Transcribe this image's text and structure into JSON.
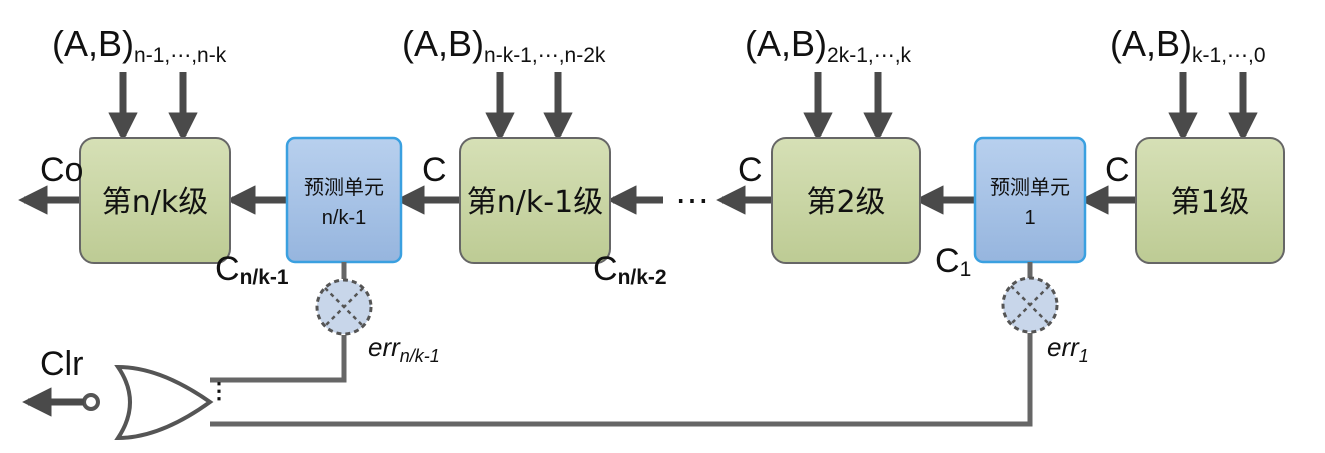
{
  "stages": [
    {
      "id": "stage-nk",
      "label": "第n/k级",
      "input_main": "(A,B)",
      "input_sub": "n-1,⋯,n-k",
      "carry_in": "C",
      "carry_out": "Co"
    },
    {
      "id": "stage-nk1",
      "label": "第n/k-1级",
      "input_main": "(A,B)",
      "input_sub": "n-k-1,⋯,n-2k",
      "carry_in": "C"
    },
    {
      "id": "stage-2",
      "label": "第2级",
      "input_main": "(A,B)",
      "input_sub": "2k-1,⋯,k",
      "carry_in": "C"
    },
    {
      "id": "stage-1",
      "label": "第1级",
      "input_main": "(A,B)",
      "input_sub": "k-1,⋯,0",
      "carry_in": "C"
    }
  ],
  "predictors": [
    {
      "id": "pred-nk1",
      "title": "预测单元",
      "index": "n/k-1",
      "carry_main": "C",
      "carry_sub": "n/k-1",
      "err_main": "err",
      "err_sub": "n/k-1"
    },
    {
      "id": "pred-1",
      "title": "预测单元",
      "index": "1",
      "carry_main": "C",
      "carry_sub": "1",
      "err_main": "err",
      "err_sub": "1"
    }
  ],
  "extra_carry": {
    "main": "C",
    "sub": "n/k-2"
  },
  "ellipsis": "⋯",
  "output": {
    "clr": "Clr"
  },
  "colors": {
    "stage_fill": "#c9d5a5",
    "stage_stroke": "#666666",
    "pred_fill": "#a9c4e6",
    "pred_stroke": "#3aa0e0",
    "xor_fill": "#c8d6ea",
    "arrow": "#4a4a4a",
    "wire": "#666666"
  }
}
